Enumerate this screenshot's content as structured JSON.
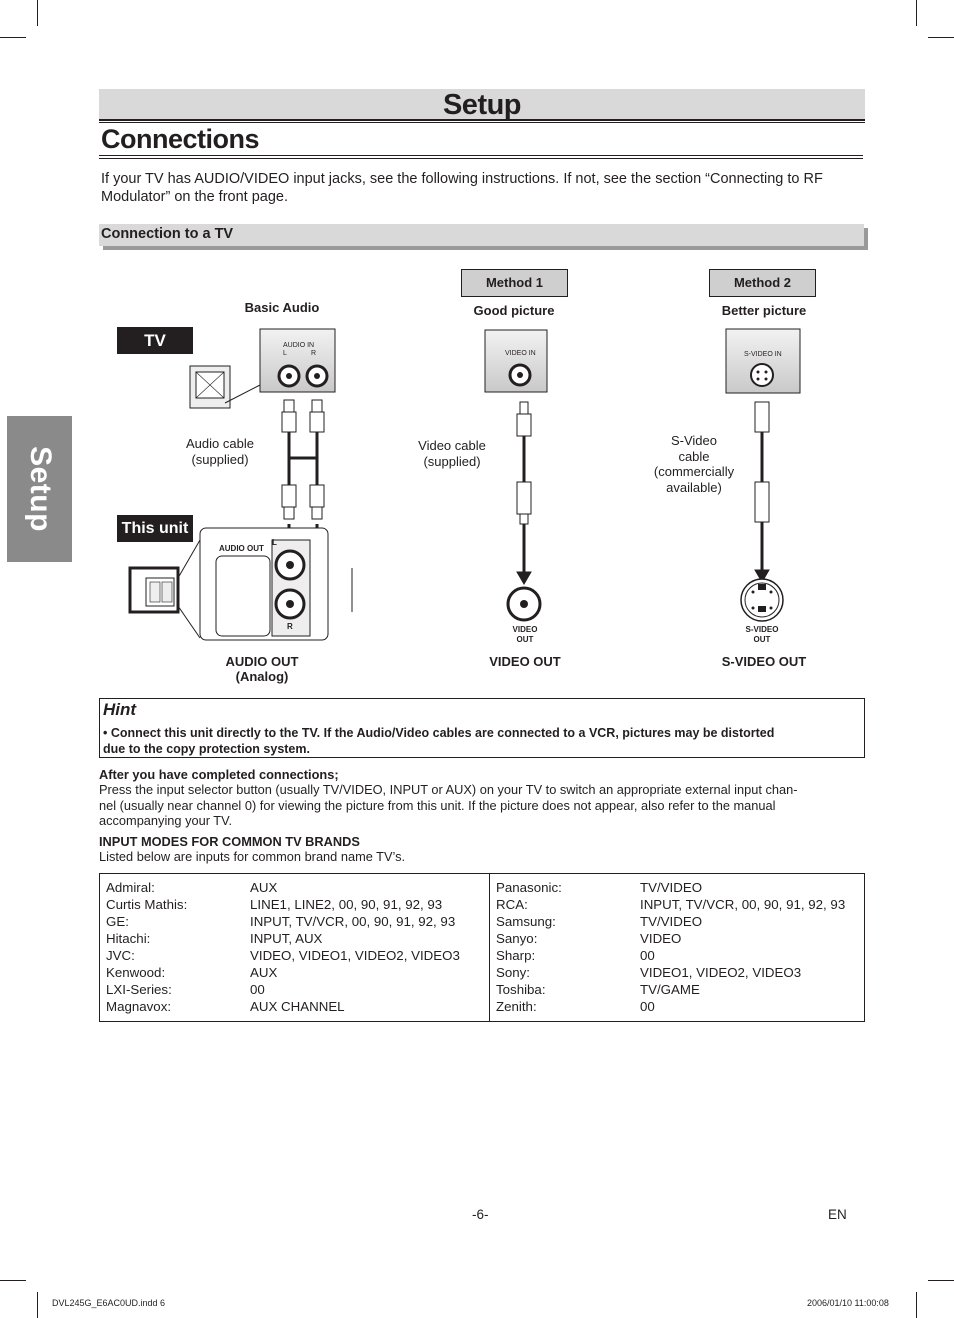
{
  "side_tab": "Setup",
  "page_title": "Setup",
  "section_title": "Connections",
  "intro": "If your TV has AUDIO/VIDEO input jacks, see the following instructions. If not, see the section “Connecting to RF Modulator” on the front page.",
  "subsection": "Connection to a TV",
  "diagram": {
    "tv_label": "TV",
    "unit_label": "This unit",
    "basic_audio": "Basic Audio",
    "method1": "Method 1",
    "method2": "Method 2",
    "good_picture": "Good picture",
    "better_picture": "Better picture",
    "audio_in_panel": "AUDIO IN",
    "audio_in_l": "L",
    "audio_in_r": "R",
    "video_in_panel": "VIDEO IN",
    "svideo_in_panel": "S-VIDEO IN",
    "audio_cable": "Audio cable\n(supplied)",
    "video_cable": "Video cable\n(supplied)",
    "svideo_cable": "S-Video\ncable\n(commercially\navailable)",
    "audio_out_panel": "AUDIO OUT",
    "audio_out_l": "L",
    "audio_out_r": "R",
    "video_out_jack": "VIDEO\nOUT",
    "svideo_out_jack": "S-VIDEO\nOUT",
    "caption_audio_out": "AUDIO OUT\n(Analog)",
    "caption_video_out": "VIDEO OUT",
    "caption_svideo_out": "S-VIDEO OUT"
  },
  "hint": {
    "title": "Hint",
    "text": "• Connect this unit directly to the TV. If the Audio/Video cables are connected to a VCR, pictures may be distorted\n   due to the copy protection system."
  },
  "after": {
    "heading": "After you have completed connections;",
    "body": "Press the input selector button (usually TV/VIDEO, INPUT or AUX) on your TV to switch an appropriate external input chan-\nnel (usually near channel 0) for viewing the picture from this unit. If the picture does not appear, also refer to the manual\naccompanying your TV."
  },
  "input_modes": {
    "heading": "INPUT MODES FOR COMMON TV BRANDS",
    "sub": "Listed below are inputs for common brand name TV’s."
  },
  "brands_left": [
    {
      "brand": "Admiral:",
      "inputs": "AUX"
    },
    {
      "brand": "Curtis Mathis:",
      "inputs": "LINE1, LINE2, 00, 90, 91, 92, 93"
    },
    {
      "brand": "GE:",
      "inputs": "INPUT, TV/VCR, 00, 90, 91, 92, 93"
    },
    {
      "brand": "Hitachi:",
      "inputs": "INPUT, AUX"
    },
    {
      "brand": "JVC:",
      "inputs": "VIDEO, VIDEO1, VIDEO2, VIDEO3"
    },
    {
      "brand": "Kenwood:",
      "inputs": "AUX"
    },
    {
      "brand": "LXI-Series:",
      "inputs": "00"
    },
    {
      "brand": "Magnavox:",
      "inputs": "AUX CHANNEL"
    }
  ],
  "brands_right": [
    {
      "brand": "Panasonic:",
      "inputs": "TV/VIDEO"
    },
    {
      "brand": "RCA:",
      "inputs": "INPUT, TV/VCR, 00, 90, 91, 92, 93"
    },
    {
      "brand": "Samsung:",
      "inputs": "TV/VIDEO"
    },
    {
      "brand": "Sanyo:",
      "inputs": "VIDEO"
    },
    {
      "brand": "Sharp:",
      "inputs": "00"
    },
    {
      "brand": "Sony:",
      "inputs": "VIDEO1, VIDEO2, VIDEO3"
    },
    {
      "brand": "Toshiba:",
      "inputs": "TV/GAME"
    },
    {
      "brand": "Zenith:",
      "inputs": "00"
    }
  ],
  "page_number": "-6-",
  "language": "EN",
  "slug_left": "DVL245G_E6AC0UD.indd   6",
  "slug_right": "2006/01/10   11:00:08"
}
